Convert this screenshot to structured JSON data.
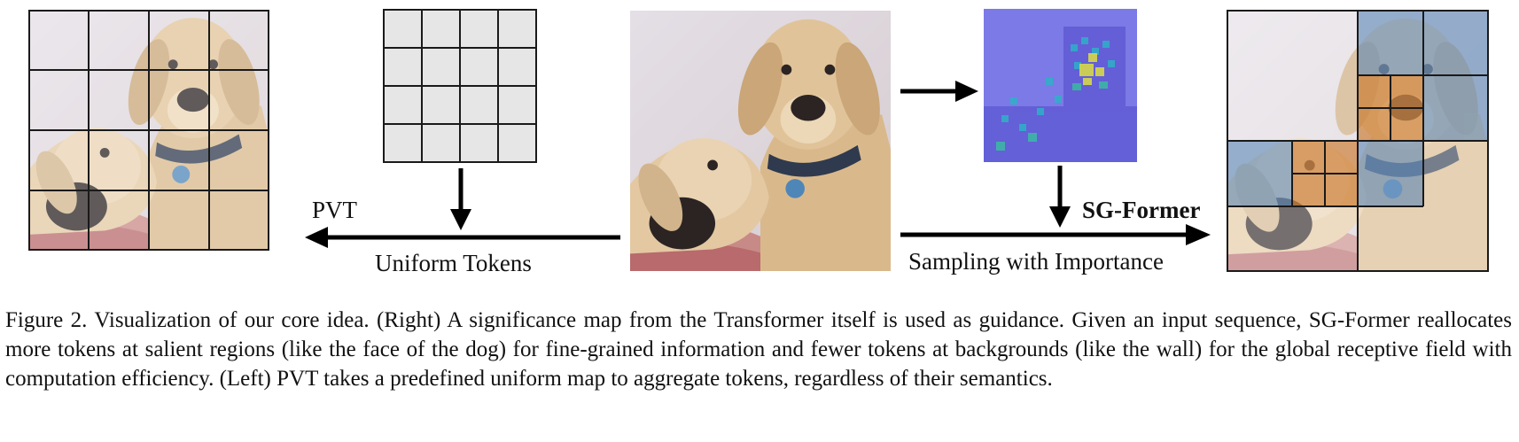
{
  "figure": {
    "label_pvt": "PVT",
    "label_uniform_tokens": "Uniform Tokens",
    "label_sg_former": "SG-Former",
    "label_sampling": "Sampling with Importance",
    "caption": "Figure 2. Visualization of our core idea. (Right) A significance map from the Transformer itself is used as guidance. Given an input sequence, SG-Former reallocates more tokens at salient regions (like the face of the dog) for fine-grained information and fewer tokens at backgrounds (like the wall) for the global receptive field with computation efficiency. (Left) PVT takes a predefined uniform map to aggregate tokens, regardless of their semantics."
  },
  "colors": {
    "grid_line": "#1a1a1a",
    "grid_fill": "#e6e6e6",
    "blue_region": "#4f7fb3",
    "orange_region": "#c8701e",
    "heatmap_base": "#6f6ce0"
  }
}
